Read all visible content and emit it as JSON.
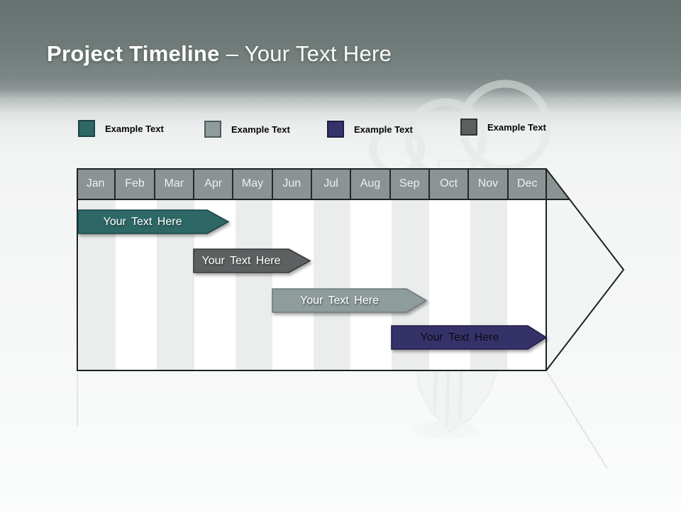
{
  "title": {
    "main": "Project Timeline",
    "suffix": "– Your Text Here"
  },
  "legend": {
    "items": [
      {
        "label": "Example Text",
        "color": "#2f6766",
        "border": "#1b4342"
      },
      {
        "label": "Example Text",
        "color": "#8e9c9b",
        "border": "#4f5b5a"
      },
      {
        "label": "Example Text",
        "color": "#34336a",
        "border": "#201f44"
      },
      {
        "label": "Example Text",
        "color": "#5b5f5e",
        "border": "#303434"
      }
    ]
  },
  "timeline": {
    "months": [
      "Jan",
      "Feb",
      "Mar",
      "Apr",
      "May",
      "Jun",
      "Jul",
      "Aug",
      "Sep",
      "Oct",
      "Nov",
      "Dec"
    ],
    "bars": [
      {
        "label": "Your Text Here",
        "color": "#2f6766",
        "border": "#1b4342",
        "text_color": "#ffffff"
      },
      {
        "label": "Your Text Here",
        "color": "#5d6160",
        "border": "#353938",
        "text_color": "#ffffff"
      },
      {
        "label": "Your Text Here",
        "color": "#8e9c9b",
        "border": "#6d7a79",
        "text_color": "#ffffff"
      },
      {
        "label": "Your Text Here",
        "color": "#34336a",
        "border": "#201f44",
        "text_color": "#0b0b14"
      }
    ],
    "colors": {
      "header_fill": "#8b9393",
      "stripe": "#ebecec",
      "arrow_fill": "#f3f4f4",
      "outline": "#1e2222"
    }
  },
  "background": {
    "top": "#66716f",
    "bottom": "#fbfcfc"
  }
}
